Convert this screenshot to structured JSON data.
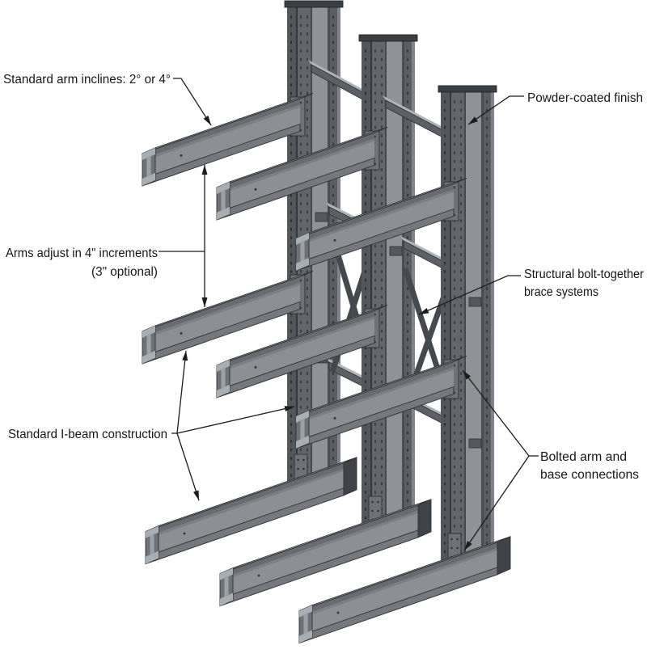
{
  "callouts": {
    "arm_inclines": {
      "text": "Standard arm inclines:  2° or 4°"
    },
    "powder_coated": {
      "text": "Powder-coated finish"
    },
    "arms_adjust": {
      "lines": [
        "Arms adjust in 4\" increments",
        "(3\" optional)"
      ]
    },
    "i_beam": {
      "text": "Standard I-beam construction"
    },
    "brace_systems": {
      "lines": [
        "Structural bolt-together",
        "brace systems"
      ]
    },
    "bolted_connections": {
      "lines": [
        "Bolted arm and",
        "base connections"
      ]
    }
  },
  "palette": {
    "background": "#ffffff",
    "ink": "#1c1c1c",
    "text": "#161616",
    "steel_top": "#afb4b9",
    "steel_face_light": "#a9aeb3",
    "steel_face_web": "#9aa0a5",
    "steel_gap": "#6e7276",
    "steel_web_beam": "#8c9095",
    "steel_flange_front": "#686c71",
    "steel_flange_bottom": "#75797e",
    "steel_shadow": "#7b7f84",
    "steel_end": "#3f4246",
    "steel_outline": "#2e3134",
    "col_outer": "#53565a",
    "col_flange": "#63676c",
    "col_web": "#8f9398",
    "col_right": "#5b5f64",
    "col_edge": "#80848a",
    "cap": "#3b3e42",
    "slot": "#54575b",
    "plate": "#6e7277",
    "brace_front": "#5d6166",
    "brace_dark": "#45484c",
    "hole": "#303336"
  }
}
